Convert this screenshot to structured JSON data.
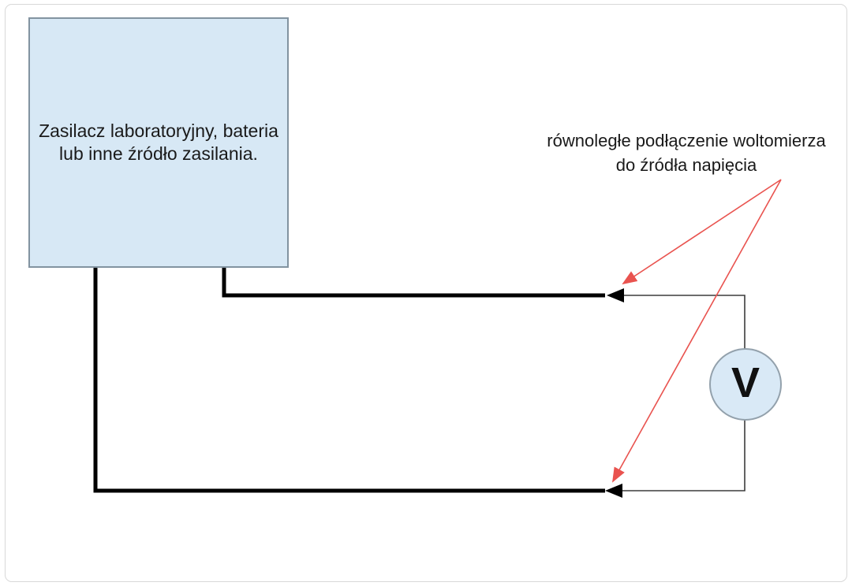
{
  "canvas": {
    "background_color": "#ffffff",
    "border_color": "#d8d8d8"
  },
  "source_box": {
    "label_line1": "Zasilacz laboratoryjny, bateria",
    "label_line2": "lub inne źródło zasilania.",
    "fill_color": "#d7e8f5",
    "border_color": "#8293a0",
    "text_color": "#1a1a1a"
  },
  "annotation": {
    "line1": "równoległe podłączenie woltomierza",
    "line2": "do źródła napięcia",
    "text_color": "#1a1a1a",
    "arrow_color": "#e9534f"
  },
  "voltmeter": {
    "symbol": "V",
    "fill_color": "#d9e9f6",
    "border_color": "#93a1ac",
    "symbol_color": "#111111"
  },
  "wires": {
    "main_color": "#000000",
    "branch_color": "#3c3c3c"
  }
}
